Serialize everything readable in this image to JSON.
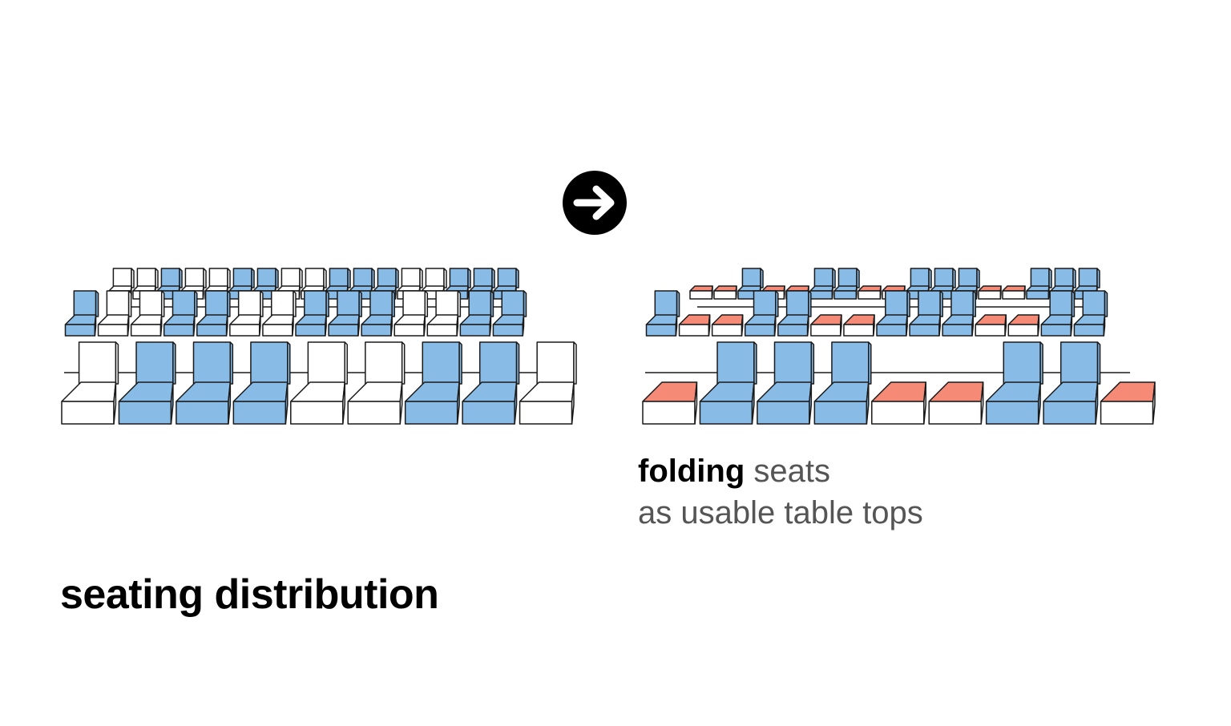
{
  "title": "seating distribution",
  "caption": {
    "bold": "folding",
    "rest": " seats",
    "line2": "as usable table tops"
  },
  "colors": {
    "seat_blue": "#88bbe6",
    "seat_white": "#ffffff",
    "table_top_red": "#f58a76",
    "outline": "#1a1a1a",
    "arrow_bg": "#000000"
  },
  "icons": {
    "arrow": "arrow-right-icon"
  },
  "left_diagram": {
    "back_row": [
      "w",
      "w",
      "b",
      "w",
      "w",
      "b",
      "b",
      "w",
      "w",
      "b",
      "b",
      "b",
      "w",
      "w",
      "b",
      "b",
      "b"
    ],
    "middle_row": [
      "b",
      "w",
      "w",
      "b",
      "b",
      "w",
      "w",
      "b",
      "b",
      "b",
      "w",
      "w",
      "b",
      "b"
    ],
    "front_row": [
      "w",
      "b",
      "b",
      "b",
      "w",
      "w",
      "b",
      "b",
      "w"
    ]
  },
  "right_diagram": {
    "back_row": [
      "r",
      "r",
      "b",
      "r",
      "r",
      "b",
      "b",
      "r",
      "r",
      "b",
      "b",
      "b",
      "r",
      "r",
      "b",
      "b",
      "b"
    ],
    "middle_row": [
      "b",
      "r",
      "r",
      "b",
      "b",
      "r",
      "r",
      "b",
      "b",
      "b",
      "r",
      "r",
      "b",
      "b"
    ],
    "front_row": [
      "r",
      "b",
      "b",
      "b",
      "r",
      "r",
      "b",
      "b",
      "r"
    ]
  }
}
